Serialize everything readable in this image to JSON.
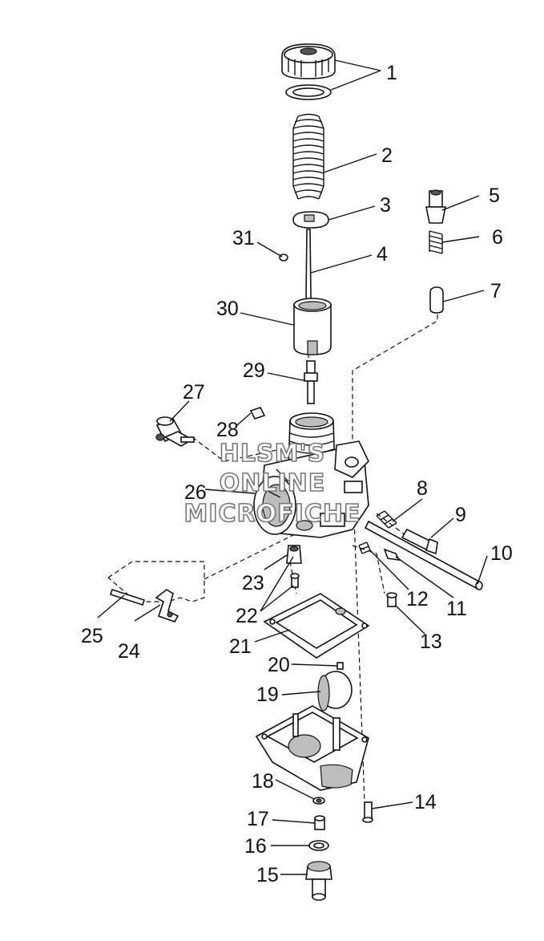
{
  "watermark": [
    "HLSM'S",
    "ONLINE",
    "MICROFICHE"
  ],
  "callouts": [
    "1",
    "2",
    "3",
    "4",
    "5",
    "6",
    "7",
    "8",
    "9",
    "10",
    "11",
    "12",
    "13",
    "14",
    "15",
    "16",
    "17",
    "18",
    "19",
    "20",
    "21",
    "22",
    "23",
    "24",
    "25",
    "26",
    "27",
    "28",
    "29",
    "30",
    "31"
  ]
}
